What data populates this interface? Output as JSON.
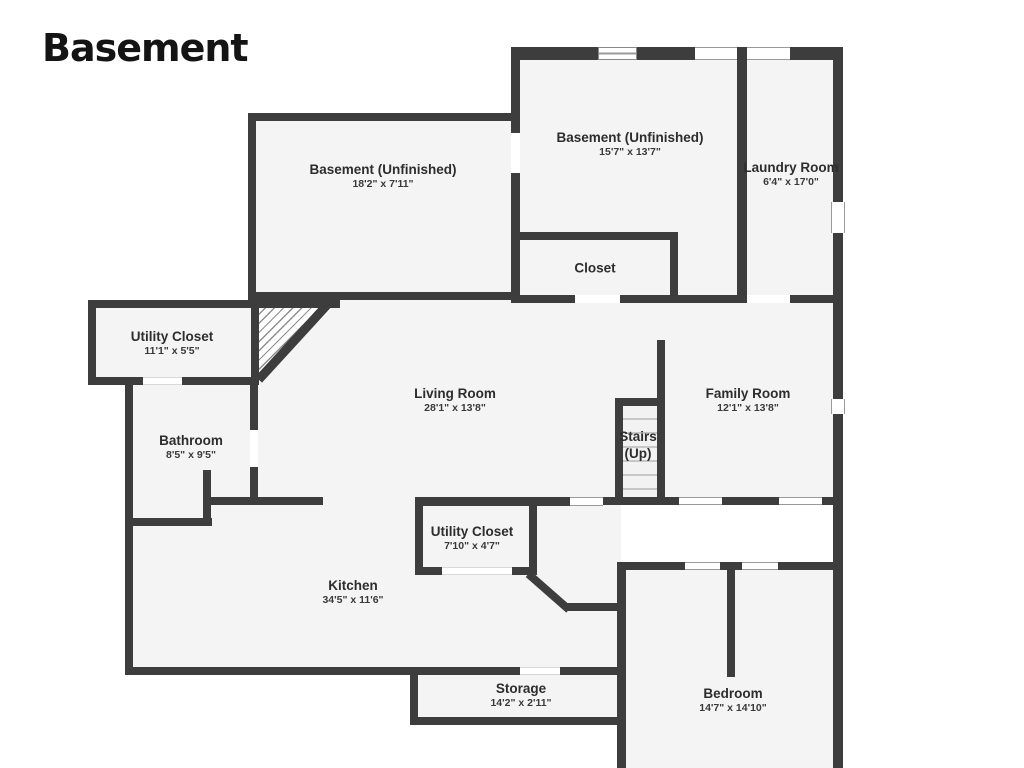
{
  "title": "Basement",
  "colors": {
    "background": "#ffffff",
    "wall": "#3d3d3d",
    "floor": "#f4f4f4",
    "window_line": "#9a9a9a",
    "stair_tread": "#c7c7c7"
  },
  "rooms": [
    {
      "name": "Basement (Unfinished)",
      "dims": "18'2\" x 7'11\""
    },
    {
      "name": "Basement (Unfinished)",
      "dims": "15'7\" x 13'7\""
    },
    {
      "name": "Laundry Room",
      "dims": "6'4\" x 17'0\""
    },
    {
      "name": "Closet",
      "dims": ""
    },
    {
      "name": "Utility Closet",
      "dims": "11'1\" x 5'5\""
    },
    {
      "name": "Living Room",
      "dims": "28'1\" x 13'8\""
    },
    {
      "name": "Family Room",
      "dims": "12'1\" x 13'8\""
    },
    {
      "name": "Stairs",
      "dims": "(Up)"
    },
    {
      "name": "Bathroom",
      "dims": "8'5\" x 9'5\""
    },
    {
      "name": "Utility Closet",
      "dims": "7'10\" x 4'7\""
    },
    {
      "name": "Kitchen",
      "dims": "34'5\" x 11'6\""
    },
    {
      "name": "Storage",
      "dims": "14'2\" x 2'11\""
    },
    {
      "name": "Bedroom",
      "dims": "14'7\" x 14'10\""
    }
  ]
}
